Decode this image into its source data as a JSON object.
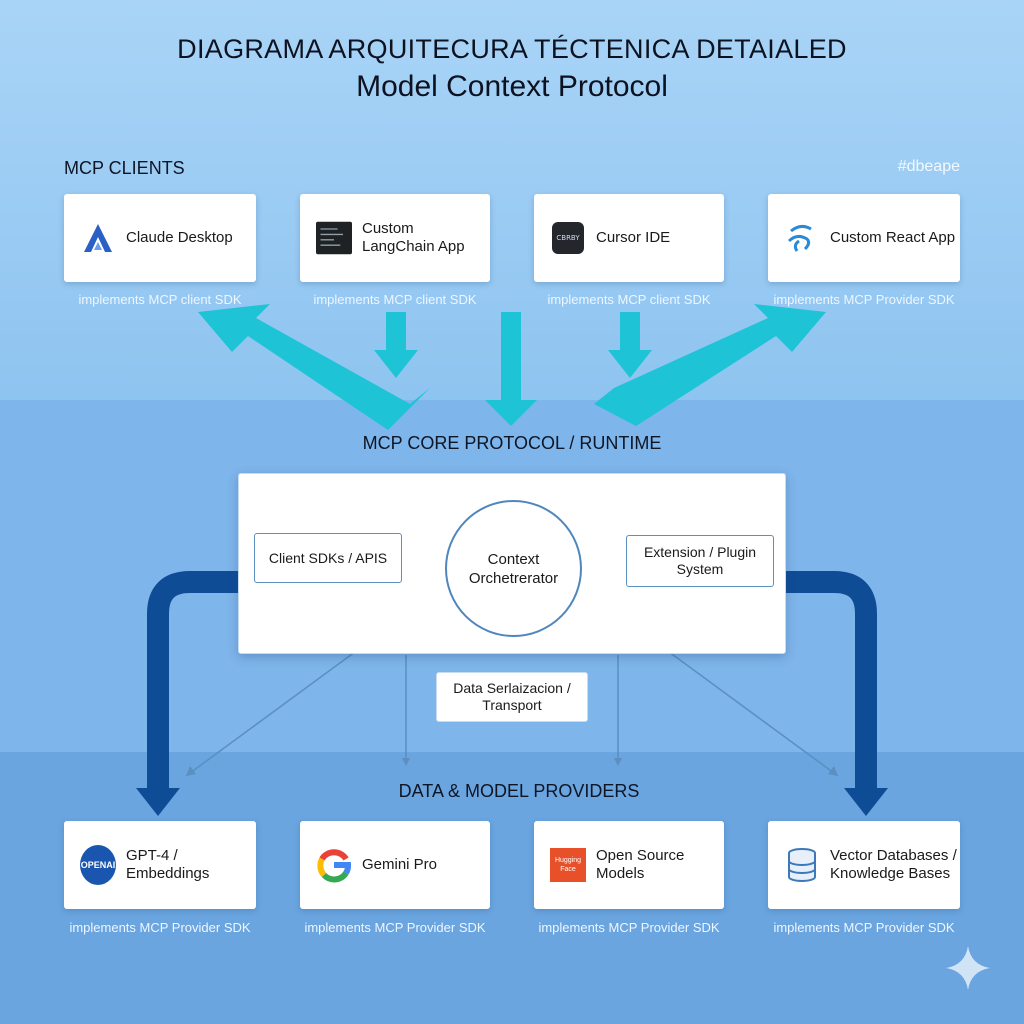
{
  "title": {
    "line1": "DIAGRAMA ARQUITECURA TÉCTENICA DETAIALED",
    "line2": "Model Context Protocol"
  },
  "sections": {
    "clients": "MCP CLIENTS",
    "core": "MCP CORE PROTOCOL / RUNTIME",
    "providers": "DATA & MODEL PROVIDERS"
  },
  "tag": "#dbeape",
  "clients": [
    {
      "label": "Claude Desktop",
      "sdk": "implements MCP client SDK",
      "icon": "claude-logo-icon"
    },
    {
      "label": "Custom\nLangChain App",
      "sdk": "implements MCP client SDK",
      "icon": "terminal-icon"
    },
    {
      "label": "Cursor IDE",
      "sdk": "implements MCP client SDK",
      "icon": "cursor-logo-icon",
      "icon_text": "CBRBY"
    },
    {
      "label": "Custom React App",
      "sdk": "implements MCP Provider SDK",
      "icon": "react-logo-icon"
    }
  ],
  "core": {
    "client_sdks": "Client SDKs / APIS",
    "orchestrator": "Context\nOrchetrerator",
    "extension": "Extension / Plugin\nSystem",
    "serialization": "Data Serlaizacion /\nTransport"
  },
  "providers": [
    {
      "label": "GPT-4 /\nEmbeddings",
      "sdk": "implements MCP Provider SDK",
      "icon": "openai-logo-icon",
      "icon_text": "OPENAI"
    },
    {
      "label": "Gemini Pro",
      "sdk": "implements MCP Provider SDK",
      "icon": "google-g-icon"
    },
    {
      "label": "Open Source\nModels",
      "sdk": "implements MCP Provider SDK",
      "icon": "hugging-face-icon",
      "icon_text": "Hugging\nFace"
    },
    {
      "label": "Vector Databases /\nKnowledge Bases",
      "sdk": "implements MCP Provider SDK",
      "icon": "database-icon"
    }
  ],
  "colors": {
    "teal_arrow": "#1ec3d6",
    "navy_arrow": "#0f4c96",
    "thin_line": "#5a8fc0"
  }
}
